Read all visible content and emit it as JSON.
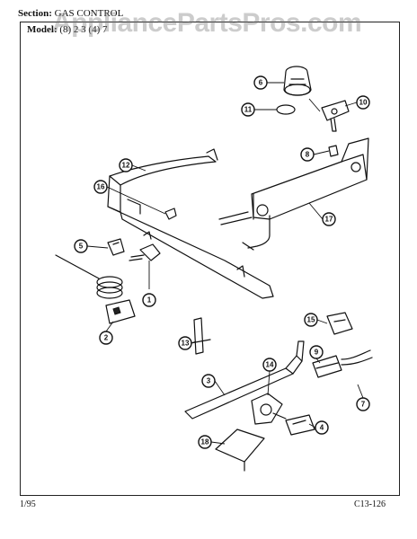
{
  "header": {
    "section_label": "Section:",
    "section_value": "GAS CONTROL",
    "model_label": "Model:",
    "model_value": "(8) 2 3 (4) 7"
  },
  "watermark": "AppliancePartsPros.com",
  "footer": {
    "date": "1/95",
    "code": "C13-126"
  },
  "callouts": [
    "1",
    "2",
    "3",
    "4",
    "5",
    "6",
    "7",
    "8",
    "9",
    "10",
    "11",
    "12",
    "13",
    "14",
    "15",
    "16",
    "17",
    "18"
  ]
}
